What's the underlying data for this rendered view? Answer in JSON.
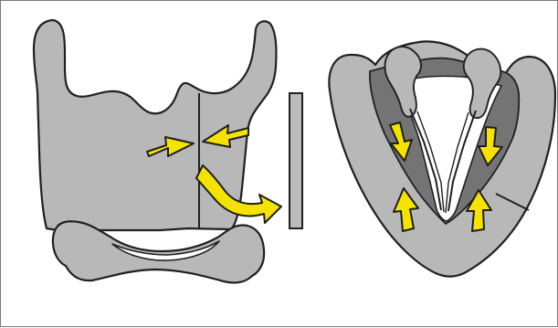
{
  "diagram": {
    "colors": {
      "cartilage_fill": "#b7b7b7",
      "dark_region_fill": "#747474",
      "outline": "#1f1f1f",
      "arrow_fill": "#f4e300",
      "arrow_outline": "#1f1f1f",
      "implant_fill": "#bcbcbc"
    },
    "icons": [
      "thyroid-cartilage-front-view",
      "cricoid-ring",
      "vertical-implant-bar",
      "larynx-superior-view",
      "yellow-arrows"
    ]
  }
}
